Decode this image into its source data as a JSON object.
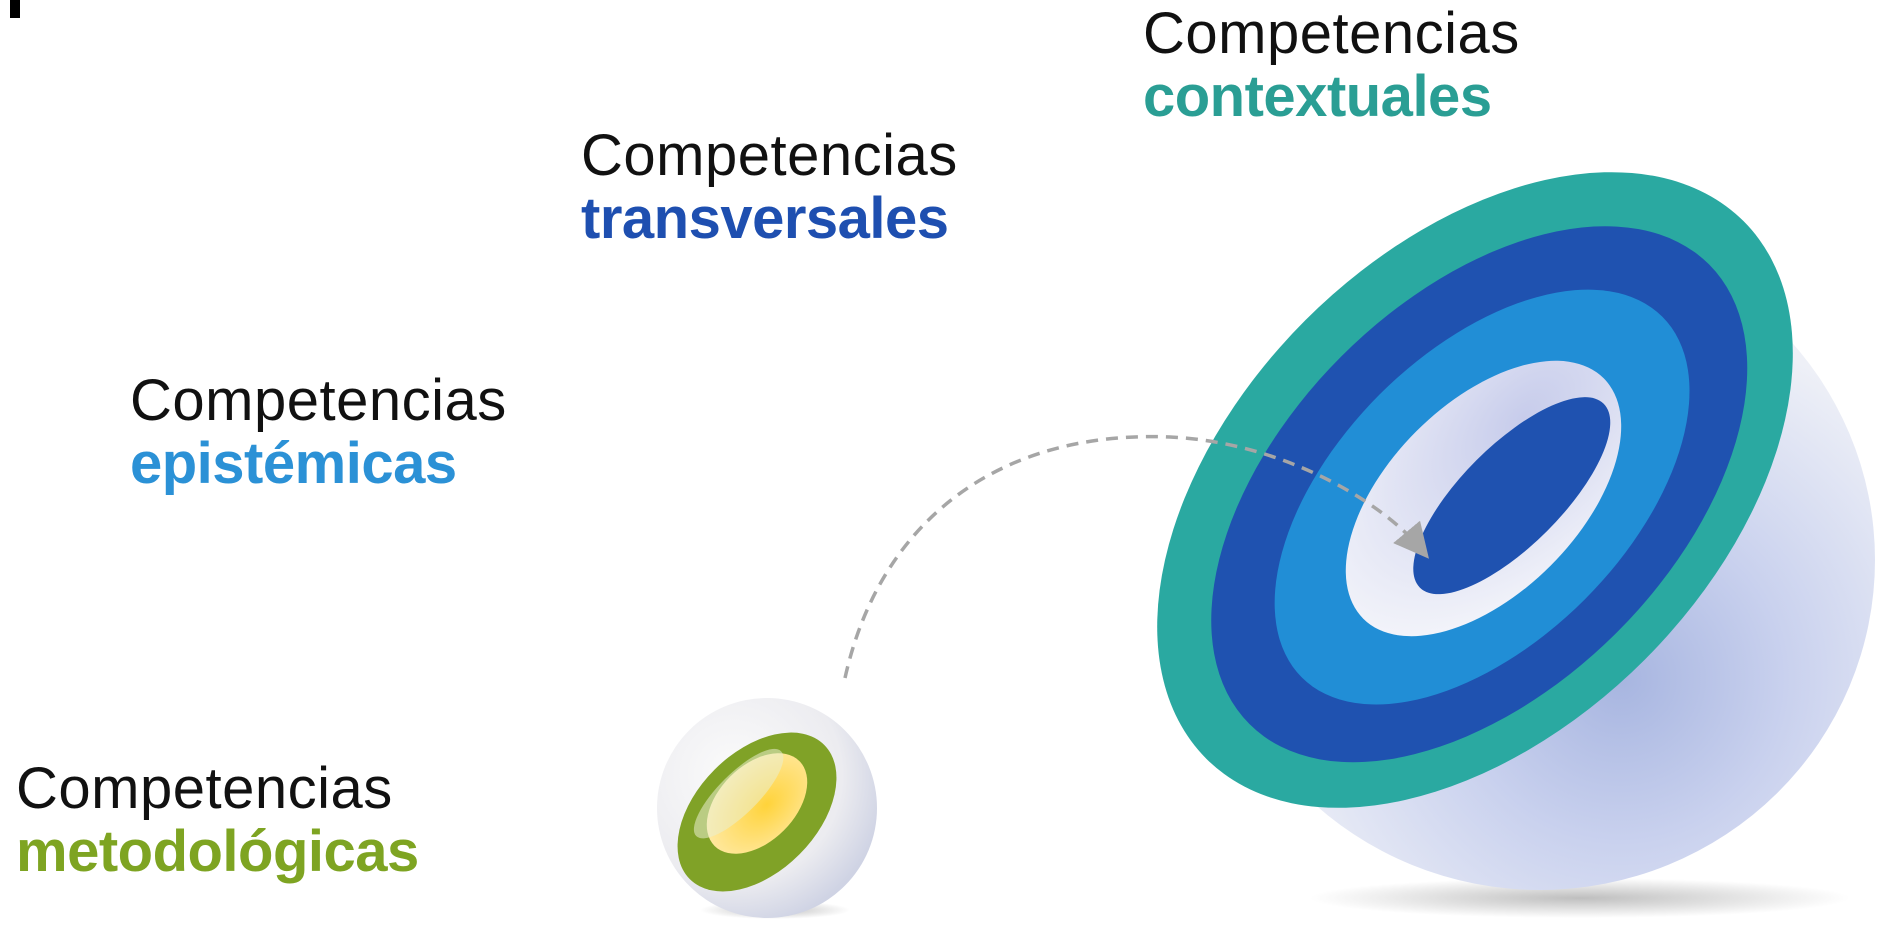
{
  "competencies": {
    "contextuales": {
      "line1": "Competencias",
      "line2": "contextuales",
      "color": "#2a9e94"
    },
    "transversales": {
      "line1": "Competencias",
      "line2": "transversales",
      "color": "#1e4fb0"
    },
    "epistemicas": {
      "line1": "Competencias",
      "line2": "epistémicas",
      "color": "#2b91d6"
    },
    "metodologicas": {
      "line1": "Competencias",
      "line2": "metodológicas",
      "color": "#7ea422"
    }
  },
  "colors": {
    "teal": "#2aa9a1",
    "dark_blue": "#1f52b0",
    "light_blue": "#218ed6",
    "olive": "#80a227",
    "yellow": "#ffd84a",
    "arrow_gray": "#a6a6a6"
  }
}
